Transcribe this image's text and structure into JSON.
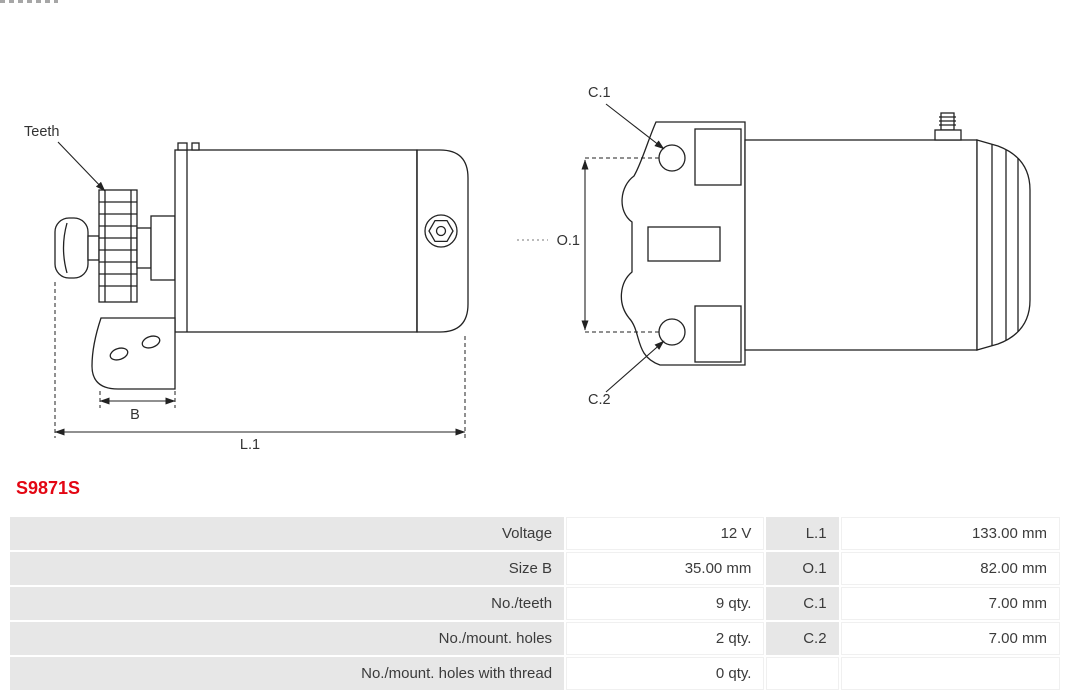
{
  "part_number": "S9871S",
  "drawing": {
    "labels": {
      "teeth": "Teeth",
      "b": "B",
      "l1": "L.1",
      "o1": "O.1",
      "c1": "C.1",
      "c2": "C.2"
    }
  },
  "table": {
    "rows": [
      {
        "label": "Voltage",
        "value": "12 V",
        "dim_label": "L.1",
        "dim_value": "133.00 mm"
      },
      {
        "label": "Size B",
        "value": "35.00 mm",
        "dim_label": "O.1",
        "dim_value": "82.00 mm"
      },
      {
        "label": "No./teeth",
        "value": "9 qty.",
        "dim_label": "C.1",
        "dim_value": "7.00 mm"
      },
      {
        "label": "No./mount. holes",
        "value": "2 qty.",
        "dim_label": "C.2",
        "dim_value": "7.00 mm"
      },
      {
        "label": "No./mount. holes with thread",
        "value": "0 qty.",
        "dim_label": "",
        "dim_value": ""
      }
    ]
  },
  "colors": {
    "part_number_red": "#e30613",
    "table_label_bg": "#e7e7e7",
    "line": "#222222"
  }
}
